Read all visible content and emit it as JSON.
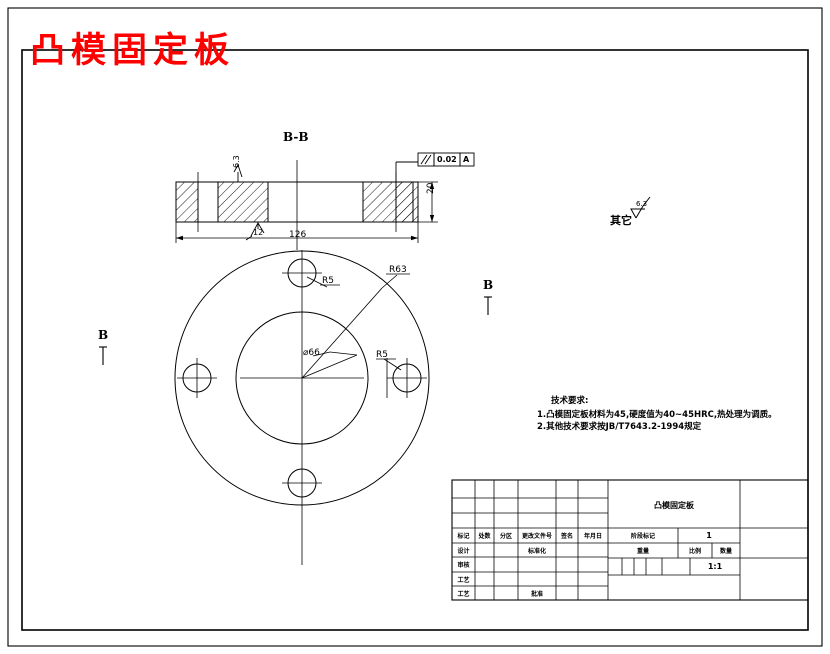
{
  "drawing": {
    "title": "凸模固定板",
    "title_color": "#ff0000",
    "section_view_label": "B-B",
    "other_finish_label": "其它",
    "other_finish_value": "6.3",
    "section_marks": {
      "left": "B",
      "right": "B"
    }
  },
  "section_view": {
    "width_dim": "126",
    "thickness_dim": "20",
    "roughness_top": "6.3",
    "roughness_bottom": "12",
    "tolerance_frame": {
      "symbol": "//",
      "value": "0.02",
      "datum": "A"
    }
  },
  "plan_view": {
    "outer_radius": "R63",
    "bore_diameter": "⌀66",
    "hole_radius_top": "R5",
    "hole_radius_right": "R5"
  },
  "technical_requirements": {
    "heading": "技术要求:",
    "items": [
      "1.凸模固定板材料为45,硬度值为40~45HRC,热处理为调质。",
      "2.其他技术要求按JB/T7643.2-1994规定"
    ]
  },
  "title_block": {
    "revision_header": [
      "标记",
      "处数",
      "分区",
      "更改文件号",
      "签名",
      "年月日"
    ],
    "rows": [
      [
        "设计",
        "",
        "",
        "标准化",
        "",
        ""
      ],
      [
        "审核",
        "",
        "",
        "",
        "",
        ""
      ],
      [
        "工艺",
        "",
        "",
        "批准",
        "",
        ""
      ]
    ],
    "part_name": "凸模固定板",
    "stage_label": "阶段标记",
    "qty_label": "数量",
    "sheet_count": "1",
    "weight_label": "重量",
    "scale_label": "比例",
    "scale_value": "1:1",
    "material_cells": [
      "",
      "",
      "",
      "",
      ""
    ]
  }
}
